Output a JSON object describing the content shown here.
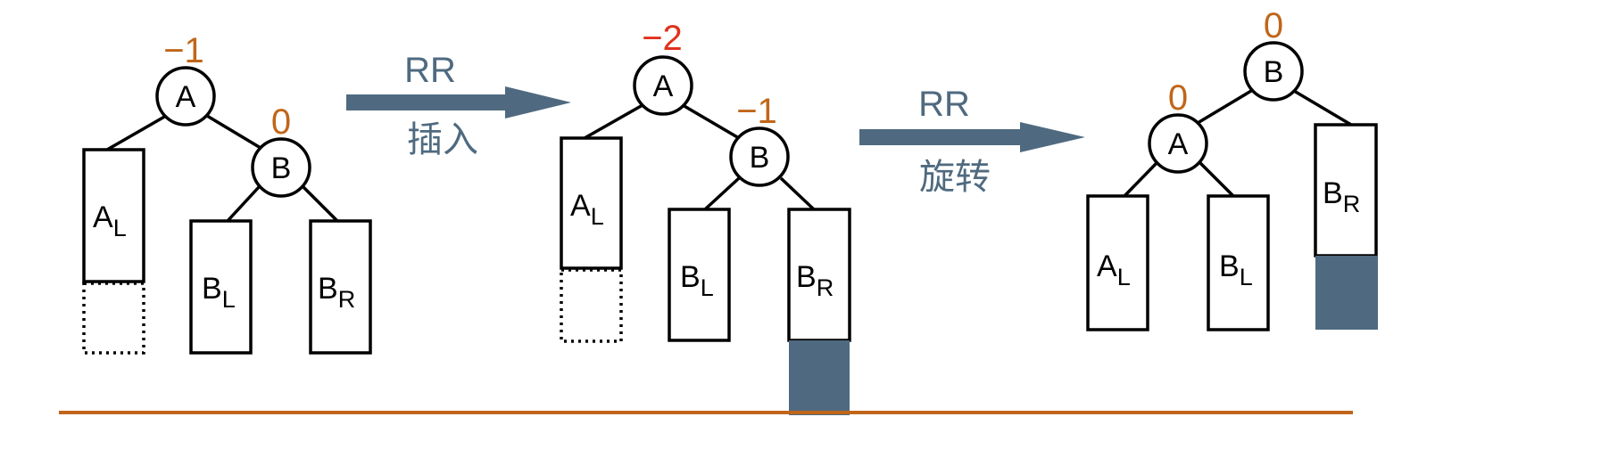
{
  "colors": {
    "balance_orange": "#c0661a",
    "balance_red": "#e0301c",
    "arrow": "#4f6a80",
    "baseline": "#c0661a",
    "inserted_block": "#4f6a80"
  },
  "stage1": {
    "node_a": "A",
    "node_b": "B",
    "bf_a": "−1",
    "bf_b": "0",
    "subtree_al": {
      "main": "A",
      "sub": "L"
    },
    "subtree_bl": {
      "main": "B",
      "sub": "L"
    },
    "subtree_br": {
      "main": "B",
      "sub": "R"
    }
  },
  "arrow1": {
    "top": "RR",
    "bottom": "插入"
  },
  "stage2": {
    "node_a": "A",
    "node_b": "B",
    "bf_a": "−2",
    "bf_b": "−1",
    "subtree_al": {
      "main": "A",
      "sub": "L"
    },
    "subtree_bl": {
      "main": "B",
      "sub": "L"
    },
    "subtree_br": {
      "main": "B",
      "sub": "R"
    }
  },
  "arrow2": {
    "top": "RR",
    "bottom": "旋转"
  },
  "stage3": {
    "node_a": "A",
    "node_b": "B",
    "bf_a": "0",
    "bf_b": "0",
    "subtree_al": {
      "main": "A",
      "sub": "L"
    },
    "subtree_bl": {
      "main": "B",
      "sub": "L"
    },
    "subtree_br": {
      "main": "B",
      "sub": "R"
    }
  }
}
